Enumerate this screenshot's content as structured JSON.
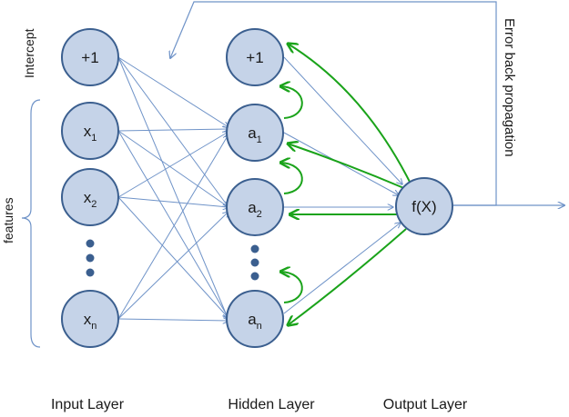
{
  "nodes": {
    "input": [
      {
        "id": "in-bias",
        "label": "+1",
        "sub": ""
      },
      {
        "id": "in-x1",
        "label": "x",
        "sub": "1"
      },
      {
        "id": "in-x2",
        "label": "x",
        "sub": "2"
      },
      {
        "id": "in-xn",
        "label": "x",
        "sub": "n"
      }
    ],
    "hidden": [
      {
        "id": "hid-bias",
        "label": "+1",
        "sub": ""
      },
      {
        "id": "hid-a1",
        "label": "a",
        "sub": "1"
      },
      {
        "id": "hid-a2",
        "label": "a",
        "sub": "2"
      },
      {
        "id": "hid-an",
        "label": "a",
        "sub": "n"
      }
    ],
    "output": {
      "id": "out-f",
      "label": "f(X)"
    }
  },
  "labels": {
    "intercept": "Intercept",
    "features": "features",
    "error_back_propagation": "Error back propagation",
    "input_layer": "Input Layer",
    "hidden_layer": "Hidden Layer",
    "output_layer": "Output Layer"
  },
  "colors": {
    "node_fill": "#c5d3e8",
    "node_stroke": "#3b5f8f",
    "edge": "#6f93c8",
    "backprop_arrow": "#1aa31a"
  }
}
